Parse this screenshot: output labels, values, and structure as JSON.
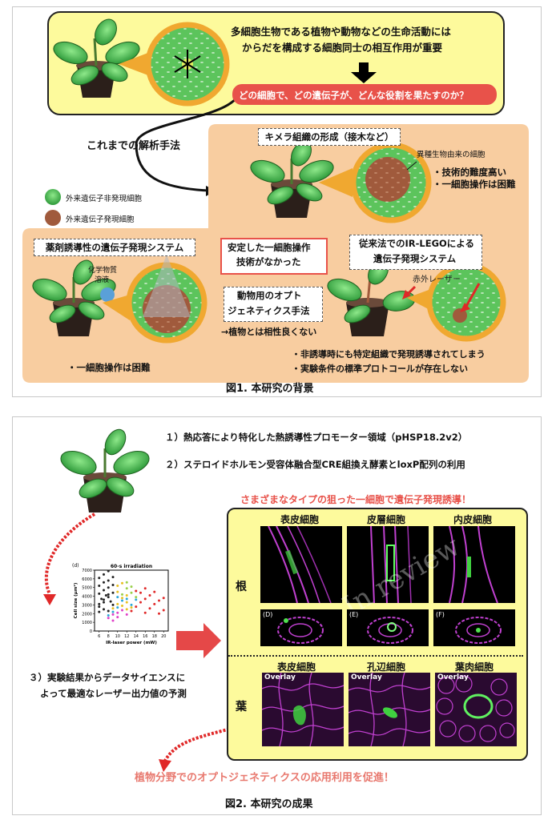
{
  "fig1": {
    "top_text_1": "多細胞生物である植物や動物などの生命活動には",
    "top_text_2": "からだを構成する細胞同士の相互作用が重要",
    "question": "どの細胞で、どの遺伝子が、どんな役割を果たすのか？",
    "methods_label": "これまでの解析手法",
    "legend_green": "外来遺伝子非発現細胞",
    "legend_brown": "外来遺伝子発現細胞",
    "chimera_title": "キメラ組織の形成（接木など）",
    "chimera_note": "異種生物由来の細胞",
    "chimera_b1": "・技術的難度高い",
    "chimera_b2": "・一細胞操作は困難",
    "drug_title": "薬剤誘導性の遺伝子発現システム",
    "drug_chem_1": "化学物質",
    "drug_chem_2": "溶液",
    "drug_note": "・一細胞操作は困難",
    "stable_1": "安定した一細胞操作",
    "stable_2": "技術がなかった",
    "opto_1": "動物用のオプト",
    "opto_2": "ジェネティクス手法",
    "opto_note": "→植物とは相性良くない",
    "irlego_1": "従来法でのIR-LEGOによる",
    "irlego_2": "遺伝子発現システム",
    "laser_label": "赤外レーザー",
    "irlego_b1": "・非誘導時にも特定組織で発現誘導されてしまう",
    "irlego_b2": "・実験条件の標準プロトコールが存在しない",
    "caption": "図1. 本研究の背景",
    "colors": {
      "yellow": "#fdfa9c",
      "peach": "#f8cda0",
      "red": "#e8524a",
      "green": "#5cc45c",
      "brown": "#a05a3c"
    }
  },
  "fig2": {
    "p1": "１）熱応答により特化した熱誘導性プロモーター領域（pHSP18.2v2）",
    "p2": "２）ステロイドホルモン受容体融合型CRE組換え酵素とloxP配列の利用",
    "red_headline": "さまざまなタイプの狙った一細胞で遺伝子発現誘導！",
    "root_label": "根",
    "leaf_label": "葉",
    "root_cols": [
      "表皮細胞",
      "皮層細胞",
      "内皮細胞"
    ],
    "leaf_cols": [
      "表皮細胞",
      "孔辺細胞",
      "葉肉細胞"
    ],
    "panel_letters": [
      "(D)",
      "(E)",
      "(F)"
    ],
    "overlay": "Overlay",
    "watermark": "In review",
    "p3_1": "３）実験結果からデータサイエンスに",
    "p3_2": "よって最適なレーザー出力値の予測",
    "promote": "植物分野でのオプトジェネティクスの応用利用を促進！",
    "caption": "図2. 本研究の成果",
    "chart_data": {
      "type": "scatter",
      "panel_label": "(d)",
      "title": "60-s irradiation",
      "xlabel": "IR-laser power (mW)",
      "ylabel": "Cell size (μm²)",
      "xlim": [
        5,
        21
      ],
      "ylim": [
        0,
        7000
      ],
      "x_ticks": [
        "6",
        "8",
        "10",
        "12",
        "14",
        "16",
        "18",
        "20"
      ],
      "y_ticks": [
        "0",
        "1000",
        "2000",
        "3000",
        "4000",
        "5000",
        "6000",
        "7000"
      ],
      "series": [
        {
          "color": "#222222",
          "points": [
            [
              6,
              2200
            ],
            [
              6,
              3100
            ],
            [
              6,
              4300
            ],
            [
              6,
              5200
            ],
            [
              6,
              6100
            ],
            [
              6,
              2800
            ],
            [
              7,
              2500
            ],
            [
              7,
              3600
            ],
            [
              7,
              4700
            ],
            [
              7,
              5600
            ],
            [
              7,
              6500
            ],
            [
              7,
              3300
            ],
            [
              8,
              2300
            ],
            [
              8,
              3900
            ],
            [
              8,
              5000
            ],
            [
              8,
              5800
            ],
            [
              8,
              6900
            ],
            [
              8,
              4200
            ],
            [
              9,
              3000
            ],
            [
              9,
              4400
            ],
            [
              9,
              5300
            ],
            [
              9,
              6200
            ],
            [
              6.5,
              3700
            ],
            [
              7.5,
              4100
            ],
            [
              8.5,
              3400
            ]
          ]
        },
        {
          "color": "#e8c020",
          "points": [
            [
              9,
              2600
            ],
            [
              10,
              3100
            ],
            [
              10,
              4500
            ],
            [
              11,
              2900
            ],
            [
              11,
              3800
            ],
            [
              12,
              3300
            ],
            [
              12,
              4100
            ],
            [
              13,
              2700
            ],
            [
              10,
              5200
            ],
            [
              11,
              5500
            ],
            [
              12,
              2500
            ]
          ]
        },
        {
          "color": "#2aa7d8",
          "points": [
            [
              8,
              1800
            ],
            [
              9,
              2200
            ],
            [
              10,
              2700
            ],
            [
              11,
              3500
            ],
            [
              12,
              3700
            ],
            [
              13,
              3000
            ],
            [
              14,
              3600
            ],
            [
              10,
              3900
            ]
          ]
        },
        {
          "color": "#e040c8",
          "points": [
            [
              8,
              1500
            ],
            [
              9,
              1900
            ],
            [
              10,
              2100
            ],
            [
              11,
              2400
            ],
            [
              12,
              1900
            ],
            [
              9,
              1200
            ],
            [
              10,
              1600
            ]
          ]
        },
        {
          "color": "#9ad04a",
          "points": [
            [
              11,
              4200
            ],
            [
              12,
              4900
            ],
            [
              13,
              4400
            ],
            [
              14,
              3900
            ],
            [
              13,
              5100
            ],
            [
              12,
              5600
            ]
          ]
        },
        {
          "color": "#e02828",
          "points": [
            [
              13,
              2300
            ],
            [
              14,
              2800
            ],
            [
              15,
              3300
            ],
            [
              16,
              3700
            ],
            [
              17,
              2600
            ],
            [
              18,
              3100
            ],
            [
              19,
              3500
            ],
            [
              20,
              2400
            ],
            [
              15,
              4400
            ],
            [
              16,
              4900
            ],
            [
              17,
              4100
            ],
            [
              18,
              4500
            ],
            [
              19,
              2000
            ],
            [
              20,
              3800
            ],
            [
              14,
              4600
            ],
            [
              16,
              2100
            ]
          ]
        }
      ]
    }
  }
}
